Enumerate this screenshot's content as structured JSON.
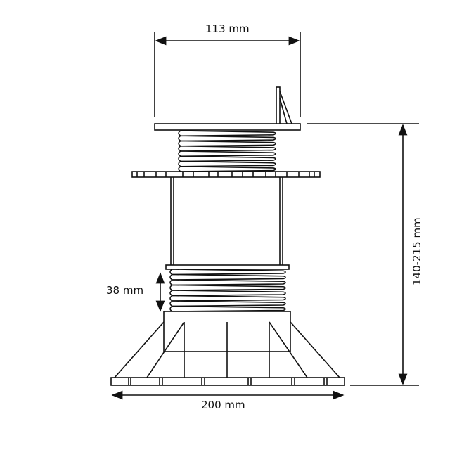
{
  "dimensions": {
    "top_width": "113 mm",
    "height_range": "140-215 mm",
    "thread_height": "38 mm",
    "base_width": "200 mm"
  },
  "colors": {
    "line": "#111111",
    "background": "#ffffff"
  }
}
